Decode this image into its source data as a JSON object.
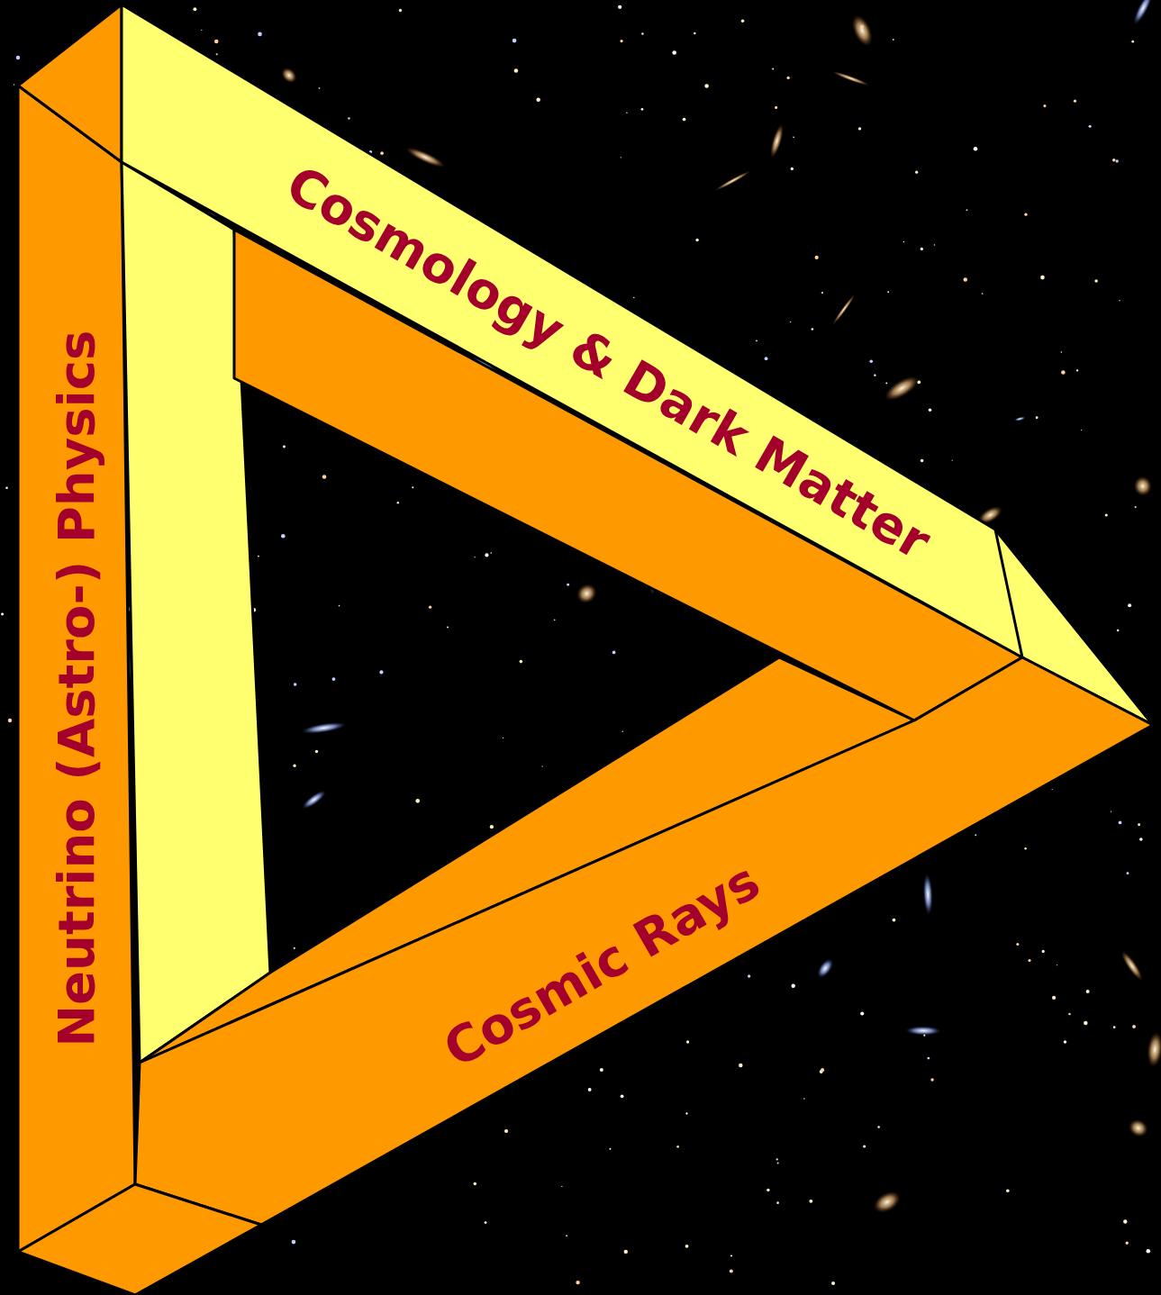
{
  "diagram": {
    "nodes": [
      {
        "text": [
          "Cosmology & Dark Matter"
        ]
      },
      {
        "text": [
          "Neutrino (Astro-) Physics"
        ]
      },
      {
        "text": [
          "Cosmic Rays"
        ]
      }
    ]
  }
}
